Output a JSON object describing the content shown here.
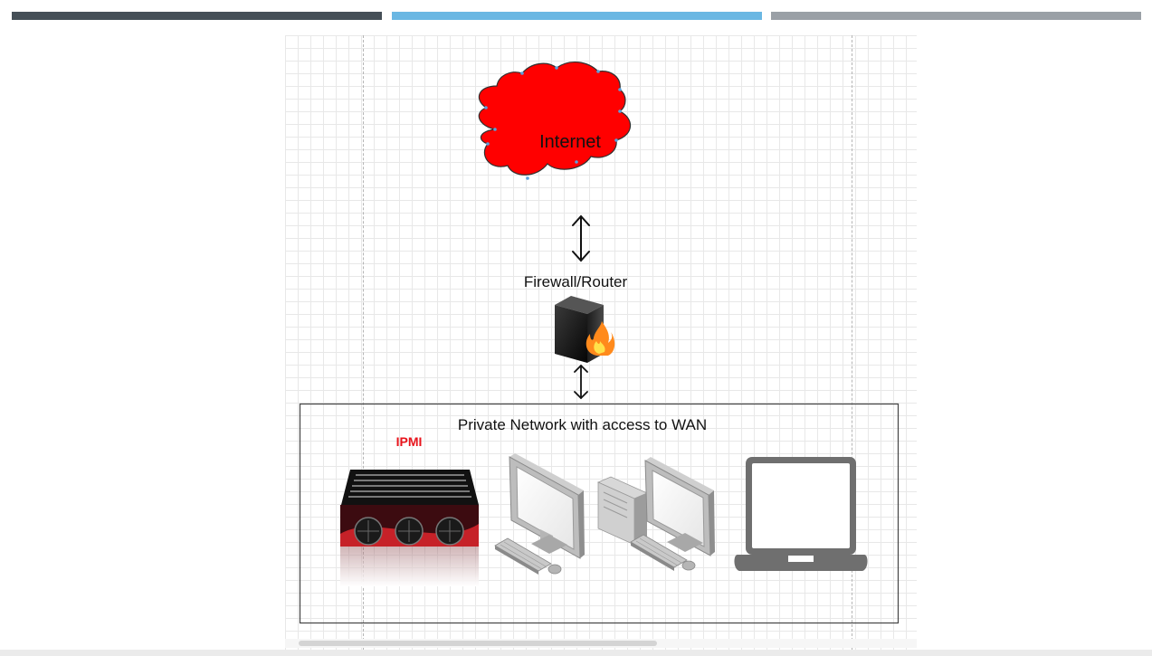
{
  "header": {
    "bars": [
      {
        "color": "#454f57"
      },
      {
        "color": "#6ab7e3"
      },
      {
        "color": "#9aa0a6"
      }
    ]
  },
  "diagram": {
    "cloud": {
      "label": "Internet",
      "fill": "#ff0000"
    },
    "firewall": {
      "label": "Firewall/Router"
    },
    "private_network": {
      "label": "Private Network with access to WAN"
    },
    "ipmi": {
      "label": "IPMI",
      "color": "#e8141c"
    },
    "devices": [
      {
        "icon": "storage-server-icon"
      },
      {
        "icon": "desktop-monitor-icon"
      },
      {
        "icon": "desktop-tower-icon"
      },
      {
        "icon": "laptop-icon"
      }
    ]
  }
}
